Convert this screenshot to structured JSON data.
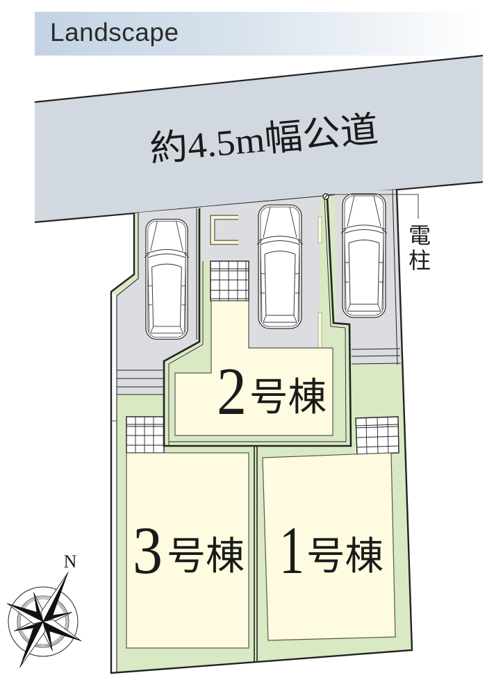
{
  "header": {
    "title": "Landscape"
  },
  "map": {
    "road_label": "約4.5m幅公道",
    "utility_pole": {
      "label": "電柱",
      "chars": [
        "電",
        "柱"
      ]
    },
    "units": [
      {
        "number": "2",
        "suffix": "号棟"
      },
      {
        "number": "3",
        "suffix": "号棟"
      },
      {
        "number": "1",
        "suffix": "号棟"
      }
    ],
    "parking_spaces": 3,
    "compass": {
      "north_label": "N"
    }
  },
  "colors": {
    "road": "#d1d8df",
    "driveway": "#dcdde0",
    "garden": "#d9e9c4",
    "building": "#fefbe0",
    "header_gradient_start": "#c3d3e4",
    "header_gradient_end": "#ffffff"
  }
}
